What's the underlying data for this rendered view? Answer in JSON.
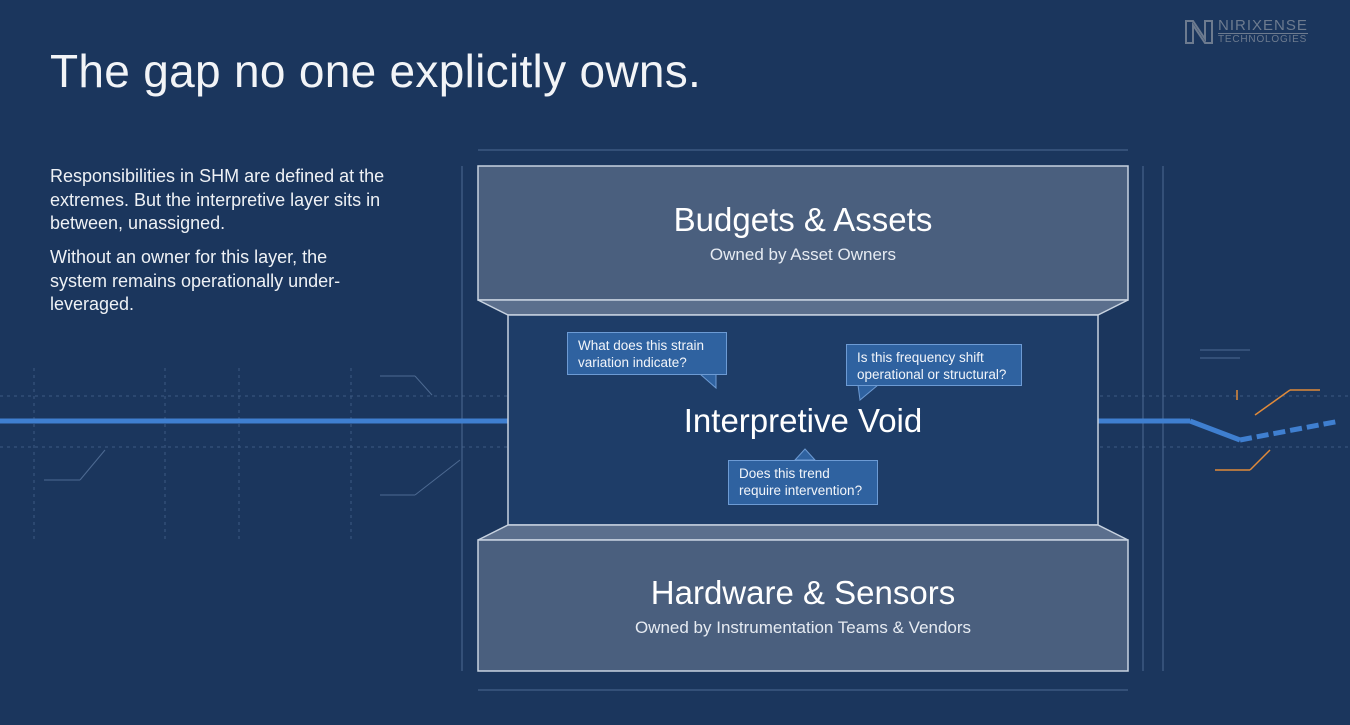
{
  "logo": {
    "name": "NIRIXENSE",
    "sub": "TECHNOLOGIES"
  },
  "title": "The gap no one explicitly owns.",
  "paragraphs": [
    "Responsibilities in SHM are defined at the extremes. But the interpretive layer sits in between, unassigned.",
    "Without an owner for this layer, the system remains operationally under-leveraged."
  ],
  "top_layer": {
    "heading": "Budgets & Assets",
    "owner": "Owned by Asset Owners"
  },
  "middle_layer": {
    "heading": "Interpretive Void"
  },
  "bottom_layer": {
    "heading": "Hardware & Sensors",
    "owner": "Owned by Instrumentation Teams & Vendors"
  },
  "questions": [
    "What does this strain variation indicate?",
    "Is this frequency shift operational or structural?",
    "Does this trend require intervention?"
  ],
  "colors": {
    "background": "#1b365d",
    "layer": "#4a5f7e",
    "bubble": "#2f62a0",
    "accent": "#e08a3a",
    "line": "#3f7fd0"
  }
}
